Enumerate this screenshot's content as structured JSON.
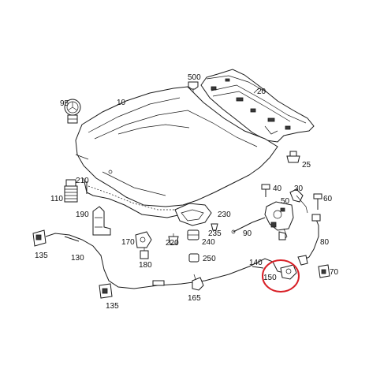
{
  "labels": {
    "p500": "500",
    "p20": "20",
    "p95": "95",
    "p10": "10",
    "p25": "25",
    "p210": "210",
    "p110": "110",
    "p40": "40",
    "p30": "30",
    "p60": "60",
    "p50": "50",
    "p190": "190",
    "p230": "230",
    "p90": "90",
    "p170": "170",
    "p220": "220",
    "p240": "240",
    "p235": "235",
    "p80": "80",
    "p135a": "135",
    "p130": "130",
    "p180": "180",
    "p250": "250",
    "p140": "140",
    "p70": "70",
    "p150": "150",
    "p165": "165",
    "p135b": "135"
  },
  "colors": {
    "highlight": "#d81f26",
    "line": "#1a1a1a"
  }
}
